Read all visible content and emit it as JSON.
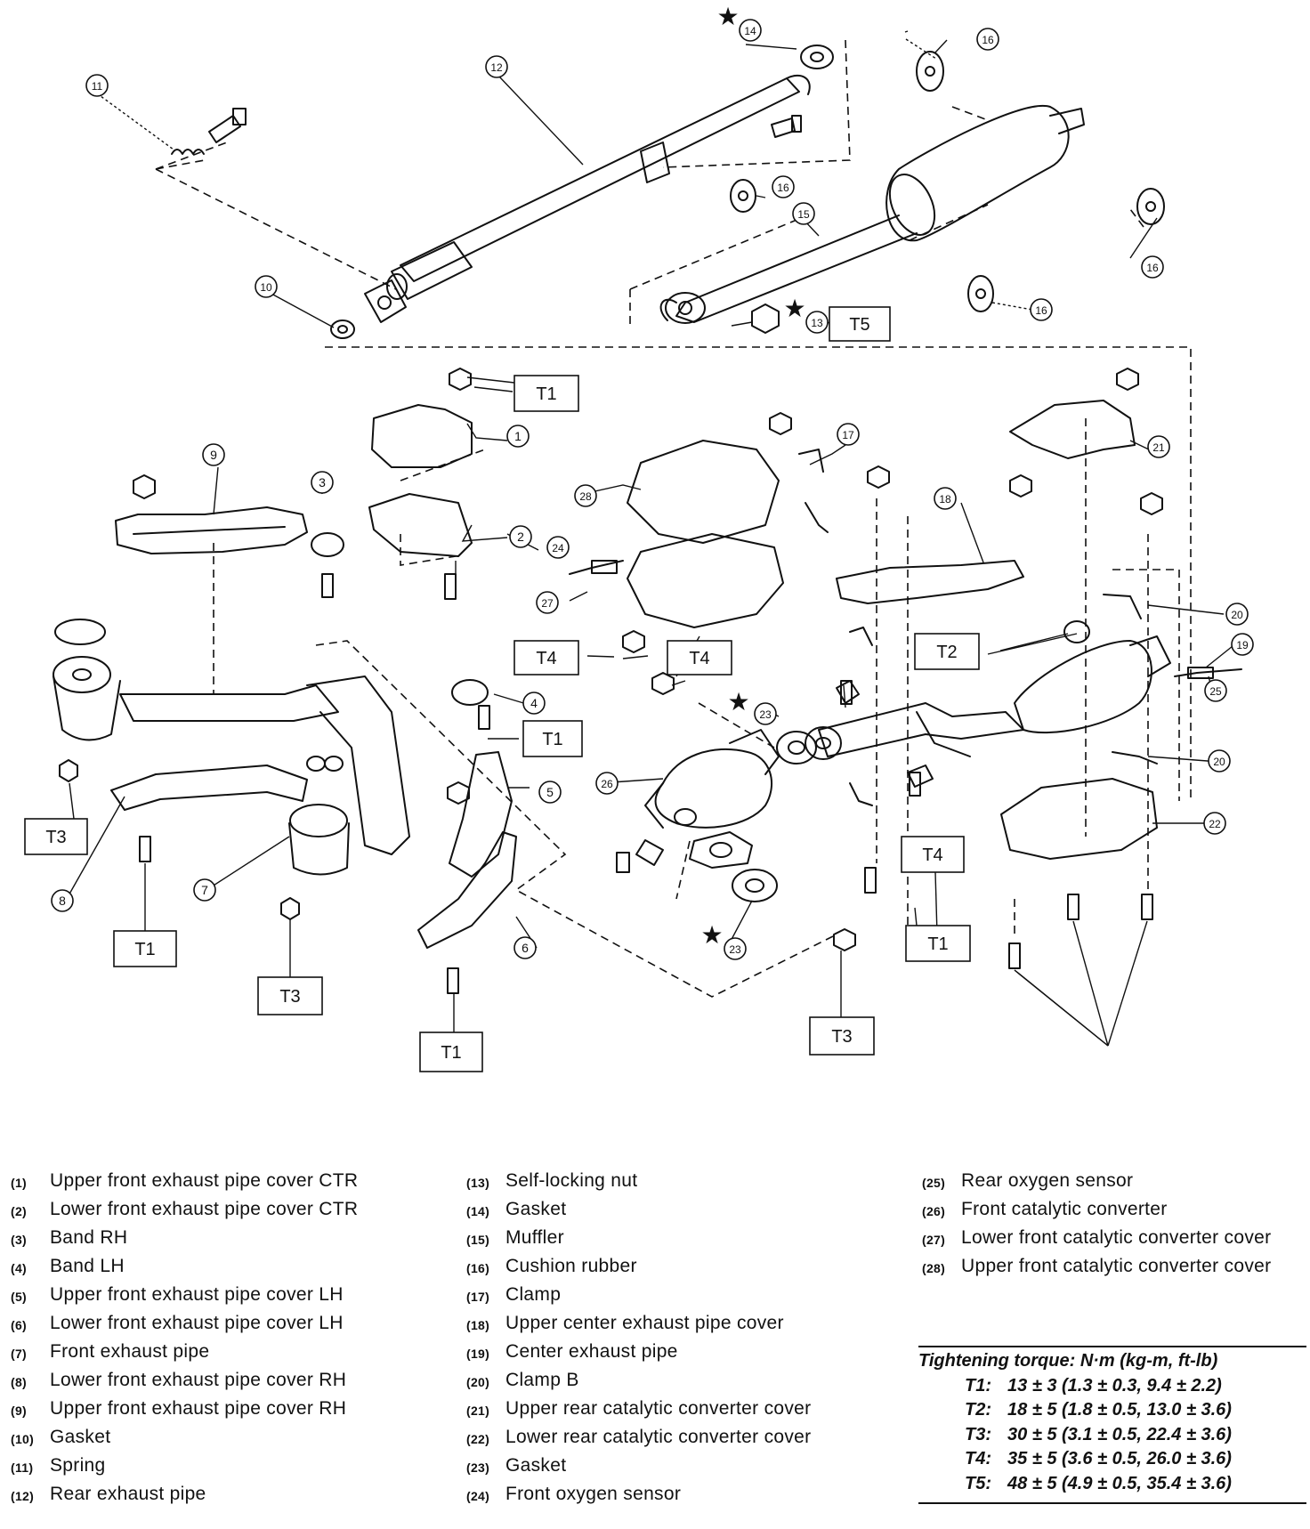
{
  "callouts": [
    {
      "num": "1",
      "text": "Upper front exhaust pipe cover CTR"
    },
    {
      "num": "2",
      "text": "Lower front exhaust pipe cover CTR"
    },
    {
      "num": "3",
      "text": "Band RH"
    },
    {
      "num": "4",
      "text": "Band LH"
    },
    {
      "num": "5",
      "text": "Upper front exhaust pipe cover LH"
    },
    {
      "num": "6",
      "text": "Lower front exhaust pipe cover LH"
    },
    {
      "num": "7",
      "text": "Front exhaust pipe"
    },
    {
      "num": "8",
      "text": "Lower front exhaust pipe cover RH"
    },
    {
      "num": "9",
      "text": "Upper front exhaust pipe cover RH"
    },
    {
      "num": "10",
      "text": "Gasket"
    },
    {
      "num": "11",
      "text": "Spring"
    },
    {
      "num": "12",
      "text": "Rear exhaust pipe"
    },
    {
      "num": "13",
      "text": "Self-locking nut"
    },
    {
      "num": "14",
      "text": "Gasket"
    },
    {
      "num": "15",
      "text": "Muffler"
    },
    {
      "num": "16",
      "text": "Cushion rubber"
    },
    {
      "num": "17",
      "text": "Clamp"
    },
    {
      "num": "18",
      "text": "Upper center exhaust pipe cover"
    },
    {
      "num": "19",
      "text": "Center exhaust pipe"
    },
    {
      "num": "20",
      "text": "Clamp B"
    },
    {
      "num": "21",
      "text": "Upper rear catalytic converter cover"
    },
    {
      "num": "22",
      "text": "Lower rear catalytic converter cover"
    },
    {
      "num": "23",
      "text": "Gasket"
    },
    {
      "num": "24",
      "text": "Front oxygen sensor"
    },
    {
      "num": "25",
      "text": "Rear oxygen sensor"
    },
    {
      "num": "26",
      "text": "Front catalytic converter"
    },
    {
      "num": "27",
      "text": "Lower front catalytic converter cover"
    },
    {
      "num": "28",
      "text": "Upper front catalytic converter cover"
    }
  ],
  "torque": {
    "heading": "Tightening torque: N·m (kg-m, ft-lb)",
    "rows": [
      {
        "key": "T1:",
        "value": "13 ± 3 (1.3 ± 0.3, 9.4 ± 2.2)"
      },
      {
        "key": "T2:",
        "value": "18 ± 5 (1.8 ± 0.5, 13.0 ± 3.6)"
      },
      {
        "key": "T3:",
        "value": "30 ± 5 (3.1 ± 0.5, 22.4 ± 3.6)"
      },
      {
        "key": "T4:",
        "value": "35 ± 5 (3.6 ± 0.5, 26.0 ± 3.6)"
      },
      {
        "key": "T5:",
        "value": "48 ± 5 (4.9 ± 0.5, 35.4 ± 3.6)"
      }
    ]
  },
  "diagram_labels": {
    "torque_boxes": [
      "T1",
      "T1",
      "T1",
      "T1",
      "T1",
      "T2",
      "T3",
      "T3",
      "T3",
      "T4",
      "T4",
      "T4",
      "T5"
    ],
    "star_symbol": "★"
  }
}
